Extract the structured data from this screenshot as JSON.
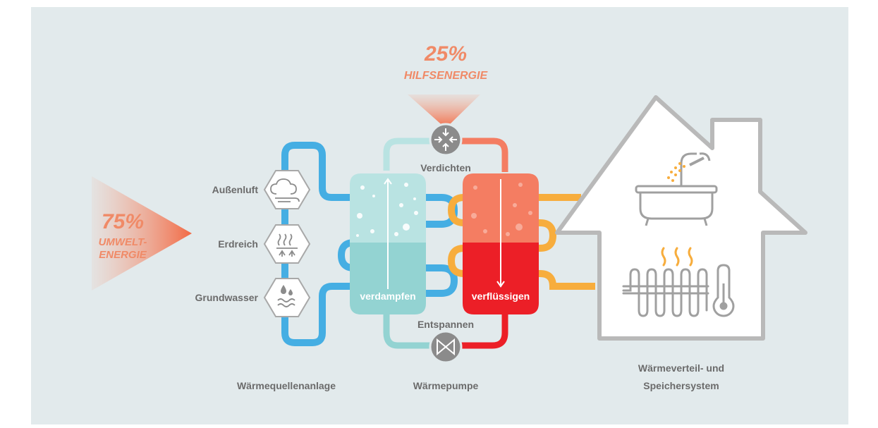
{
  "aux_energy": {
    "percent": "25%",
    "label": "HILFSENERGIE"
  },
  "env_energy": {
    "percent": "75%",
    "label_line1": "UMWELT-",
    "label_line2": "ENERGIE"
  },
  "sources": [
    {
      "label": "Außenluft",
      "icon": "cloud-wind-icon"
    },
    {
      "label": "Erdreich",
      "icon": "ground-heat-icon"
    },
    {
      "label": "Grundwasser",
      "icon": "water-drops-icon"
    }
  ],
  "process": {
    "compress": "Verdichten",
    "expand": "Entspannen",
    "evaporate": "verdampfen",
    "condense": "verflüssigen"
  },
  "sections": {
    "source": "Wärmequellenanlage",
    "pump": "Wärmepumpe",
    "distribution_line1": "Wärmeverteil- und",
    "distribution_line2": "Speichersystem"
  },
  "colors": {
    "background": "#e2eaec",
    "blue_loop": "#45aee3",
    "evaporator": "#93d3d2",
    "condenser_hot": "#f47d62",
    "condenser_liquid": "#ec1f27",
    "orange_loop": "#f7ad3d",
    "house_outline": "#b9b9b9",
    "label_grey": "#6b6b6b"
  }
}
